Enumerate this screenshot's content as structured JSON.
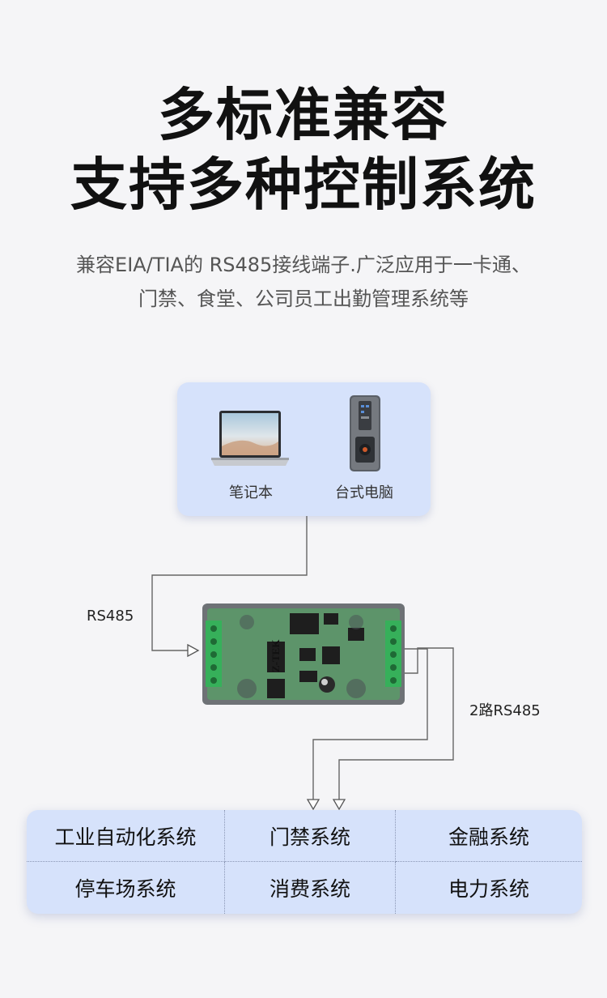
{
  "headline": {
    "line1": "多标准兼容",
    "line2": "支持多种控制系统"
  },
  "description": {
    "line1": "兼容EIA/TIA的 RS485接线端子.广泛应用于一卡通、",
    "line2": "门禁、食堂、公司员工出勤管理系统等"
  },
  "devices": {
    "laptop_label": "笔记本",
    "desktop_label": "台式电脑"
  },
  "module": {
    "brand": "Z-TEK"
  },
  "links": {
    "input_label": "RS485",
    "output_label": "2路RS485"
  },
  "systems": {
    "items": [
      "工业自动化系统",
      "门禁系统",
      "金融系统",
      "停车场系统",
      "消费系统",
      "电力系统"
    ]
  },
  "colors": {
    "panel": "#d6e2fb",
    "board": "#3c8c4a",
    "terminal": "#36b05a"
  }
}
